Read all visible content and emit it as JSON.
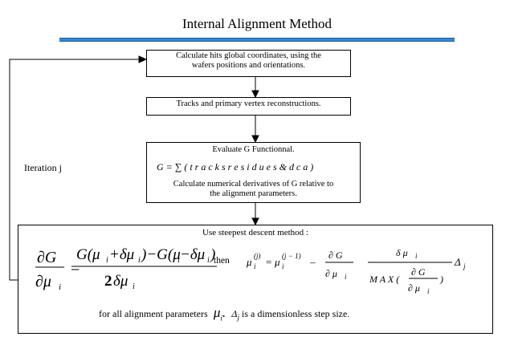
{
  "title": "Internal Alignment Method",
  "box1": {
    "line1": "Calculate hits global coordinates, using the",
    "line2": "wafers positions and orientations."
  },
  "box2": {
    "text": "Tracks and primary vertex reconstructions."
  },
  "box3": {
    "line1": "Evaluate G Functionnal.",
    "formula": "G = ∑ ( t r a c k s r e s i d u e s   &   d c a )",
    "line3": "Calculate numerical derivatives of G relative to",
    "line4": "the alignment parameters."
  },
  "iteration_label": "Iteration j",
  "box4": {
    "heading": "Use steepest descent method :",
    "then": "then",
    "footer_pre": "for all alignment parameters",
    "footer_mid": "is a dimensionless step size."
  }
}
